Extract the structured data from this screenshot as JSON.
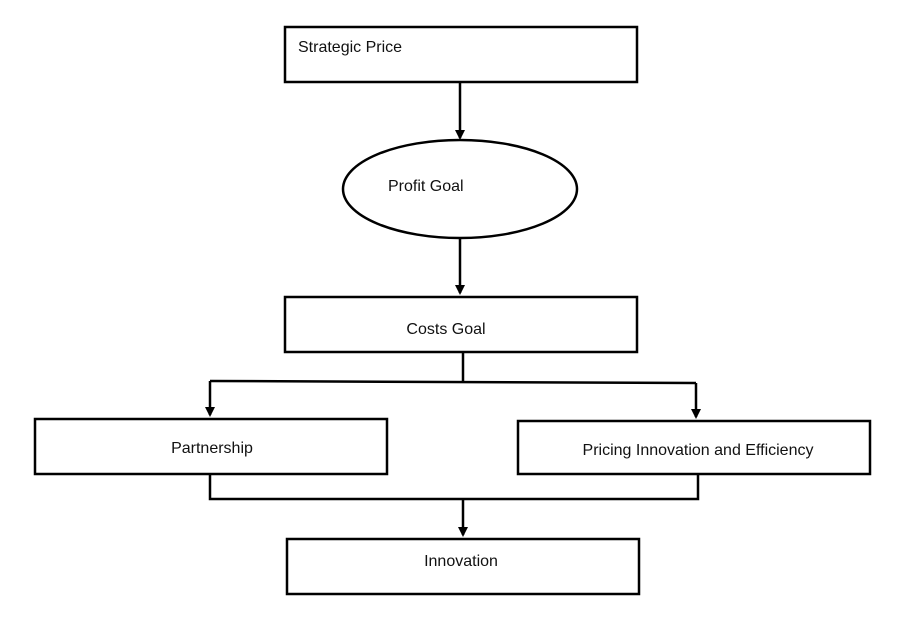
{
  "nodes": {
    "strategic_price": "Strategic Price",
    "profit_goal": "Profit Goal",
    "costs_goal": "Costs Goal",
    "partnership": "Partnership",
    "pricing_innovation": "Pricing Innovation and Efficiency",
    "innovation": "Innovation"
  },
  "colors": {
    "stroke": "#000000",
    "fill": "#ffffff",
    "text": "#111111"
  }
}
